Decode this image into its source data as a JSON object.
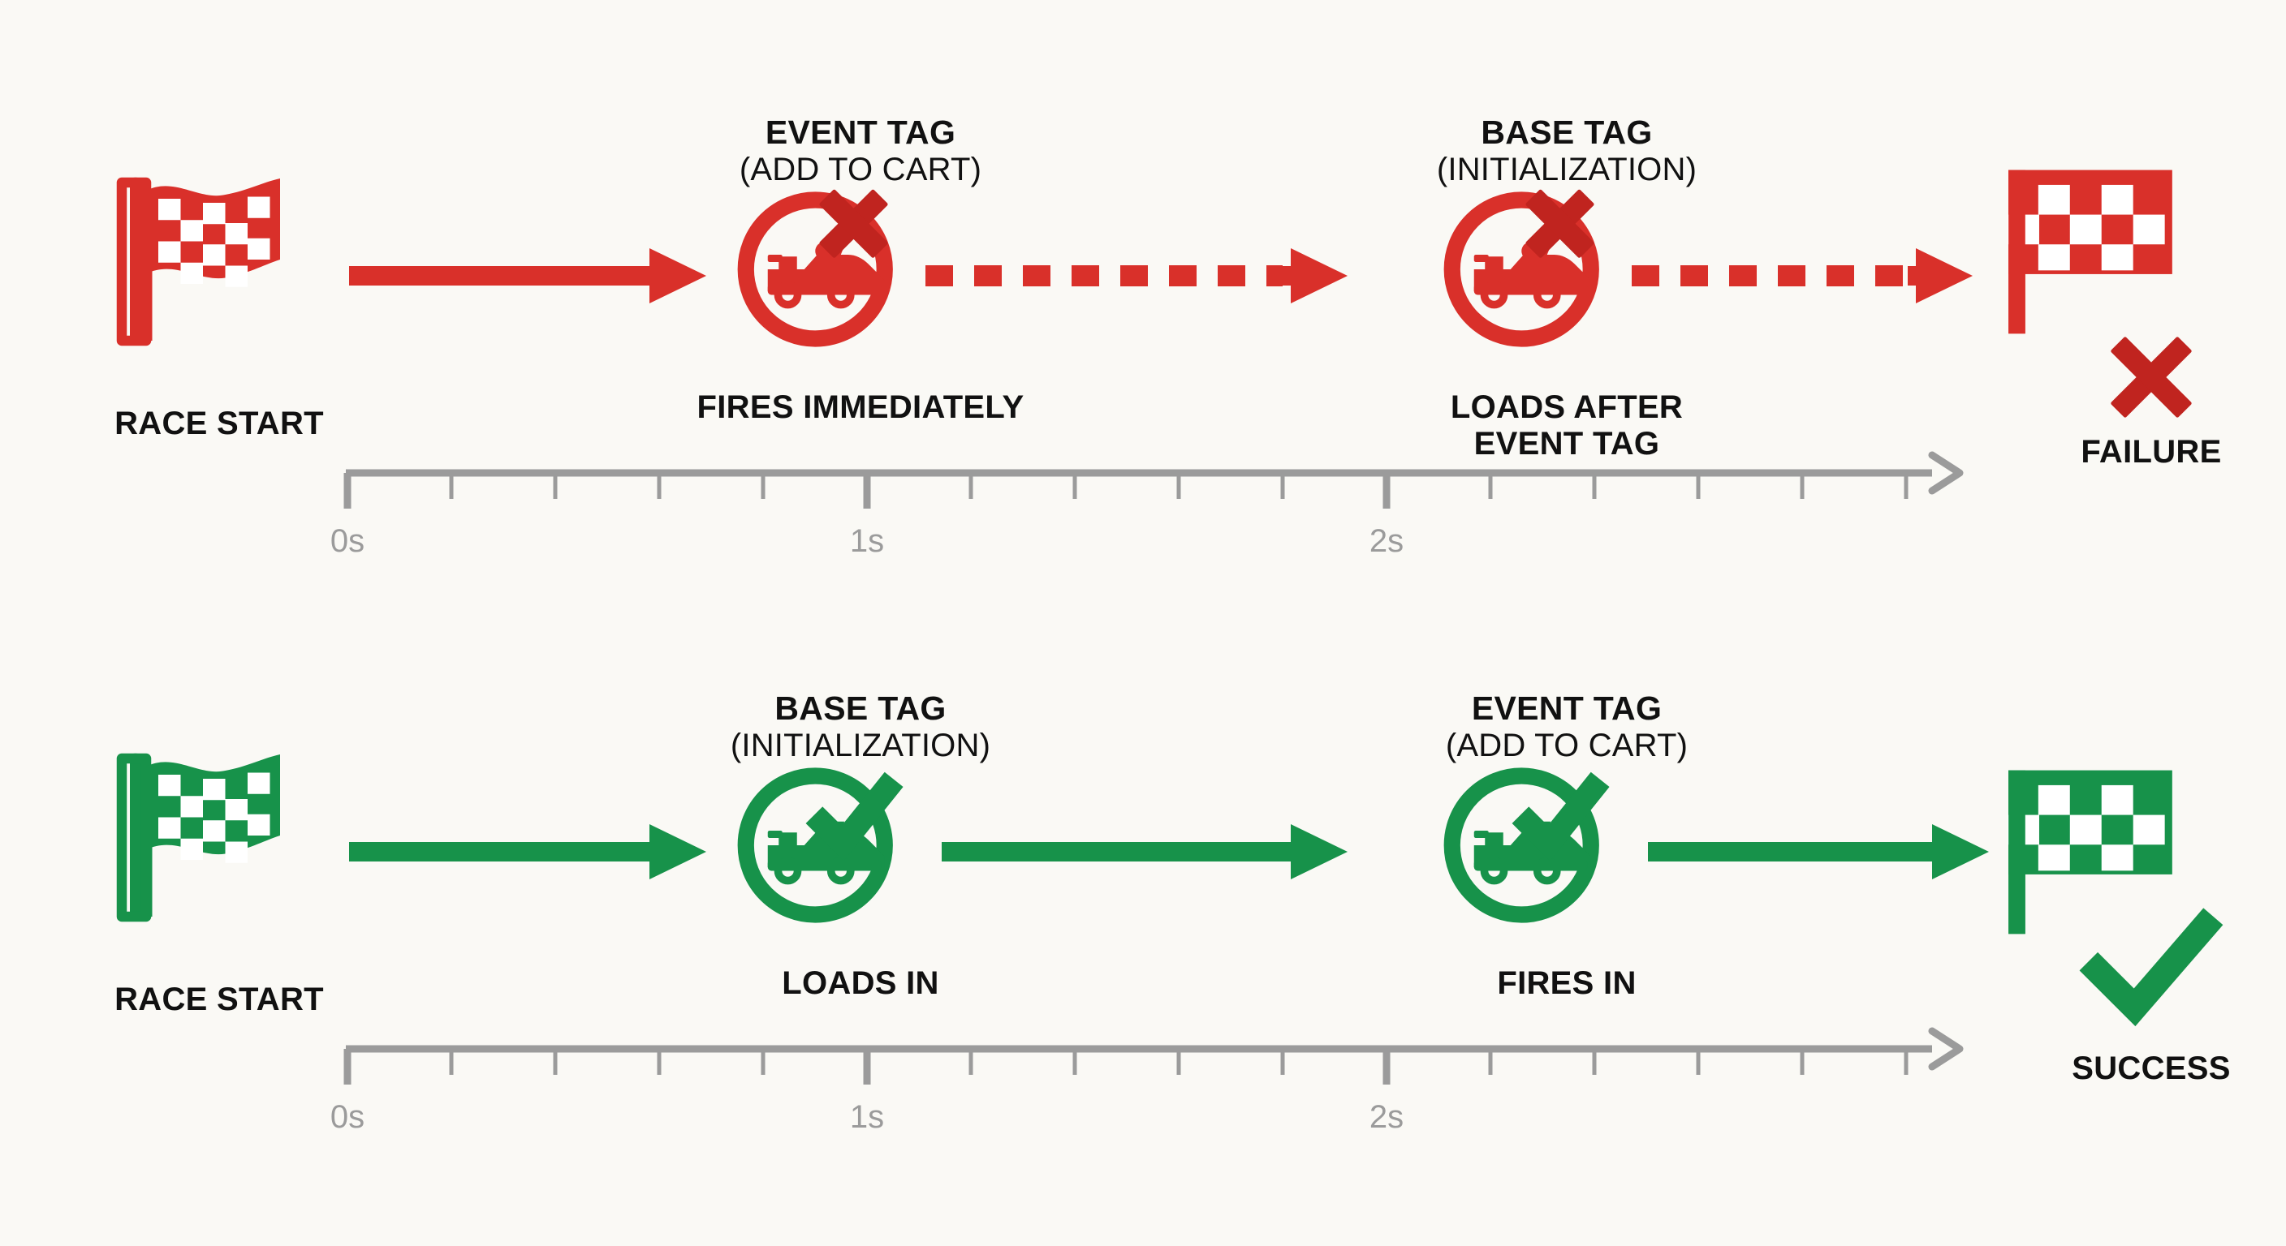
{
  "theme": {
    "background": "#faf9f5",
    "failure_color": "#d9302a",
    "failure_color_dark": "#c0241f",
    "success_color": "#17924a",
    "text_color": "#111111",
    "axis_color": "#9b9b9b"
  },
  "rows": [
    {
      "id": "failure-row",
      "outcome": "failure",
      "color": "#d9302a",
      "start": {
        "icon": "checkered-waving-flag-icon",
        "label": "RACE START"
      },
      "nodes": [
        {
          "icon": "race-car-badge-x-icon",
          "title": "EVENT TAG",
          "subtitle": "(ADD TO CART)",
          "status": "FIRES IMMEDIATELY"
        },
        {
          "icon": "race-car-badge-x-icon",
          "title": "BASE TAG",
          "subtitle": "(INITIALIZATION)",
          "status": "LOADS AFTER\nEVENT TAG"
        }
      ],
      "connectors": [
        "solid",
        "dashed",
        "dashed"
      ],
      "end": {
        "icon": "checkered-finish-flag-icon",
        "mark": "x-mark-icon",
        "label": "FAILURE"
      },
      "axis": {
        "labels": [
          "0s",
          "1s",
          "2s"
        ],
        "major_ticks": [
          0,
          1,
          2
        ],
        "minor_ticks_per_major": 4,
        "range": [
          0,
          3
        ],
        "arrow": true
      }
    },
    {
      "id": "success-row",
      "outcome": "success",
      "color": "#17924a",
      "start": {
        "icon": "checkered-waving-flag-icon",
        "label": "RACE START"
      },
      "nodes": [
        {
          "icon": "race-car-badge-check-icon",
          "title": "BASE TAG",
          "subtitle": "(INITIALIZATION)",
          "status": "LOADS IN"
        },
        {
          "icon": "race-car-badge-check-icon",
          "title": "EVENT TAG",
          "subtitle": "(ADD TO CART)",
          "status": "FIRES IN"
        }
      ],
      "connectors": [
        "solid",
        "solid",
        "solid"
      ],
      "end": {
        "icon": "checkered-finish-flag-icon",
        "mark": "check-mark-icon",
        "label": "SUCCESS"
      },
      "axis": {
        "labels": [
          "0s",
          "1s",
          "2s"
        ],
        "major_ticks": [
          0,
          1,
          2
        ],
        "minor_ticks_per_major": 4,
        "range": [
          0,
          3
        ],
        "arrow": true
      }
    }
  ]
}
